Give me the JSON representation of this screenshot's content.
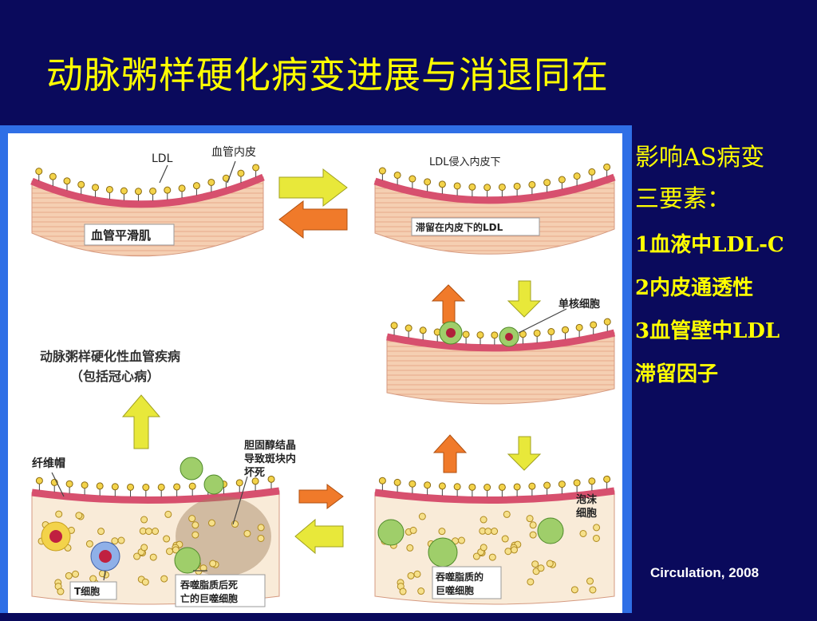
{
  "slide": {
    "title": "动脉粥样硬化病变进展与消退同在"
  },
  "figure": {
    "labels": {
      "ldl": "LDL",
      "endothelium": "血管内皮",
      "smooth_muscle": "血管平滑肌",
      "ldl_invade": "LDL侵入内皮下",
      "ldl_retained": "滞留在内皮下的LDL",
      "monocyte": "单核细胞",
      "disease_line1": "动脉粥样硬化性血管疾病",
      "disease_line2": "（包括冠心病）",
      "fibrous_cap": "纤维帽",
      "cholesterol_line1": "胆固醇结晶",
      "cholesterol_line2": "导致斑块内",
      "cholesterol_line3": "坏死",
      "foam_line1": "泡沫",
      "foam_line2": "细胞",
      "t_cell": "T细胞",
      "dead_macro_line1": "吞噬脂质后死",
      "dead_macro_line2": "亡的巨噬细胞",
      "macro_line1": "吞噬脂质的",
      "macro_line2": "巨噬细胞"
    },
    "colors": {
      "arrow_yellow": "#e8e83a",
      "arrow_orange": "#f07a2a",
      "vessel_wall": "#f3c8a8",
      "endothelial": "#d7506e"
    }
  },
  "side_panel": {
    "heading": "影响AS病变",
    "subheading": "三要素：",
    "items": [
      "1血液中LDL-C",
      "2内皮通透性",
      "3血管壁中LDL",
      "滞留因子"
    ]
  },
  "citation": "Circulation, 2008"
}
